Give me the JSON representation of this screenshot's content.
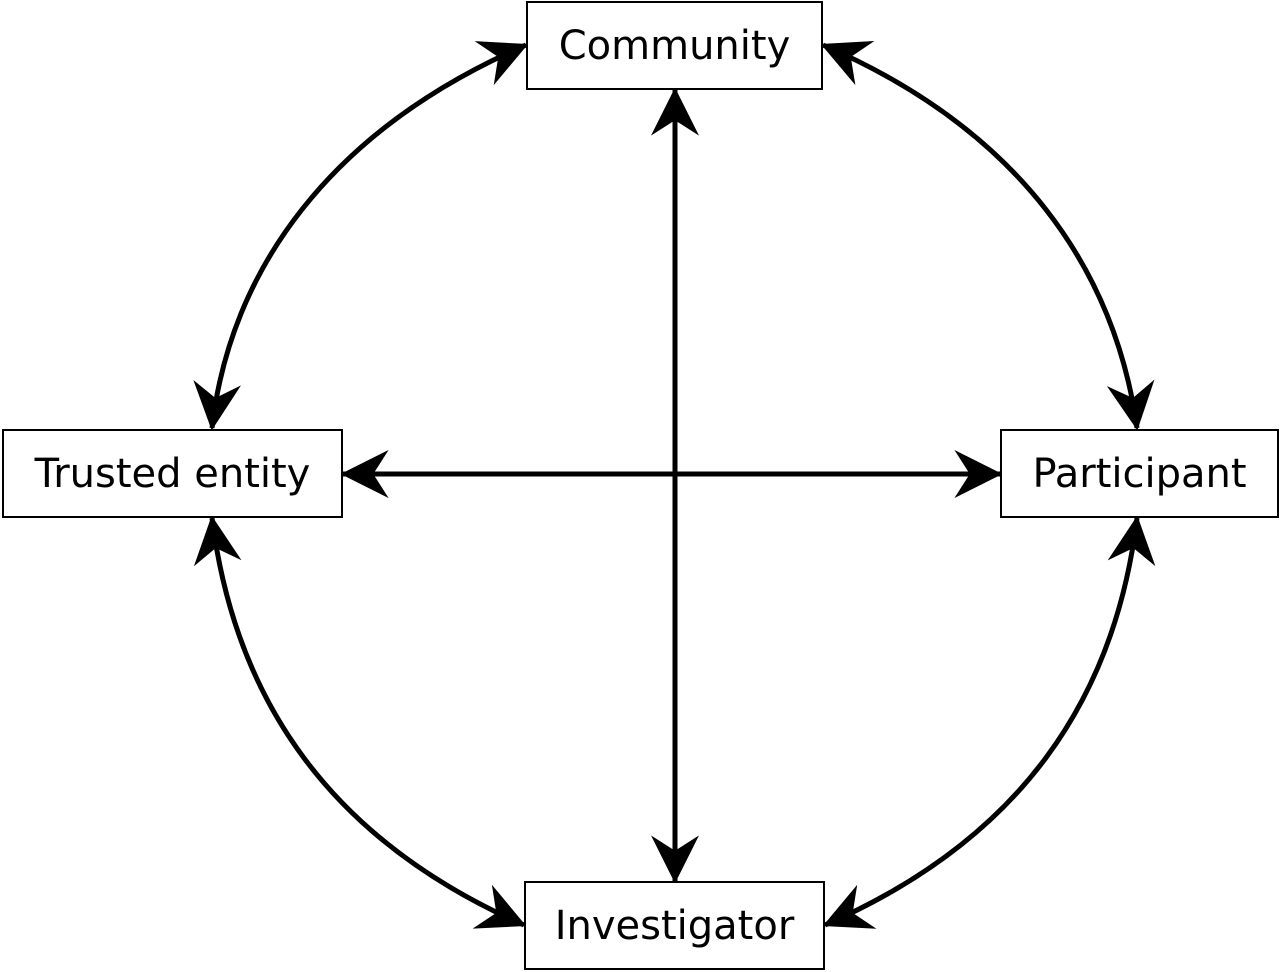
{
  "diagram": {
    "nodes": {
      "community": "Community",
      "trusted_entity": "Trusted entity",
      "participant": "Participant",
      "investigator": "Investigator"
    },
    "connections": [
      {
        "from": "Community",
        "to": "Trusted entity",
        "style": "curved",
        "direction": "bidirectional"
      },
      {
        "from": "Community",
        "to": "Participant",
        "style": "curved",
        "direction": "bidirectional"
      },
      {
        "from": "Trusted entity",
        "to": "Investigator",
        "style": "curved",
        "direction": "bidirectional"
      },
      {
        "from": "Participant",
        "to": "Investigator",
        "style": "curved",
        "direction": "bidirectional"
      },
      {
        "from": "Community",
        "to": "Investigator",
        "style": "straight",
        "direction": "bidirectional"
      },
      {
        "from": "Trusted entity",
        "to": "Participant",
        "style": "straight",
        "direction": "bidirectional"
      }
    ],
    "colors": {
      "stroke": "#000000",
      "background": "#ffffff"
    }
  }
}
